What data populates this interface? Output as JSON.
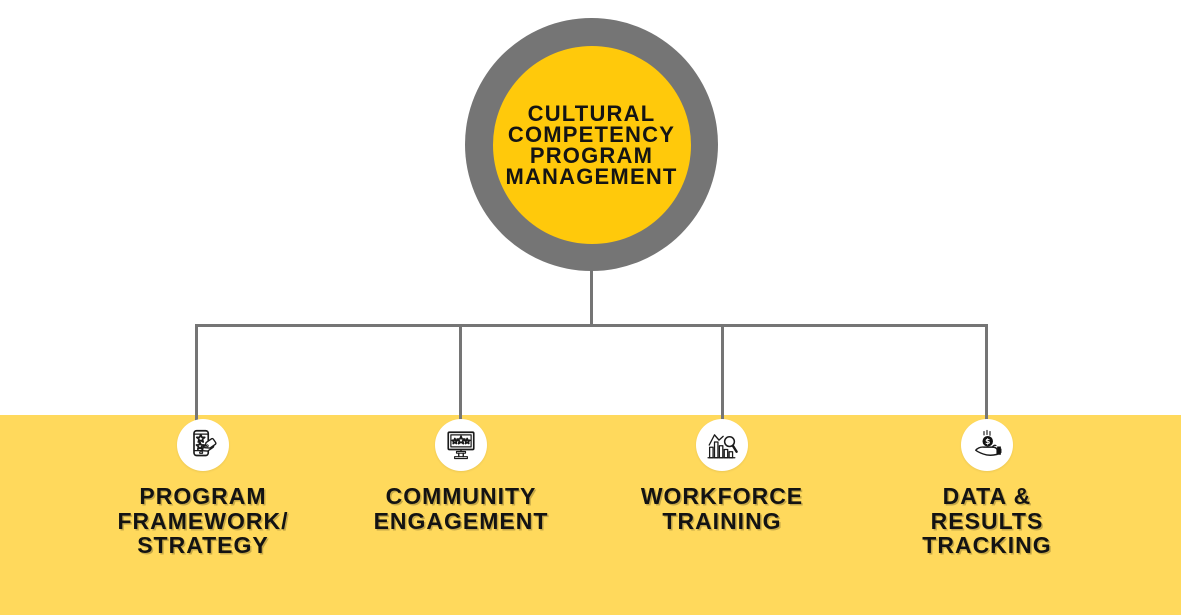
{
  "diagram": {
    "hub": {
      "title_lines": [
        "CULTURAL",
        "COMPETENCY",
        "PROGRAM",
        "MANAGEMENT"
      ],
      "ring_color": "#757575",
      "fill_color": "#FFC90B",
      "text_color": "#141414"
    },
    "connector_color": "#757575",
    "band_color": "#FFD95C",
    "icon_circle_color": "#FFFFFF",
    "icon_stroke_color": "#1A1A1A",
    "branches": [
      {
        "icon": "phone-stars-tags-icon",
        "label_lines": [
          "PROGRAM",
          "FRAMEWORK/",
          "STRATEGY"
        ]
      },
      {
        "icon": "monitor-stars-icon",
        "label_lines": [
          "COMMUNITY",
          "ENGAGEMENT"
        ]
      },
      {
        "icon": "bar-chart-magnifier-icon",
        "label_lines": [
          "WORKFORCE",
          "TRAINING"
        ]
      },
      {
        "icon": "hand-coin-icon",
        "label_lines": [
          "DATA &",
          "RESULTS",
          "TRACKING"
        ],
        "coin_symbol": "$"
      }
    ]
  }
}
